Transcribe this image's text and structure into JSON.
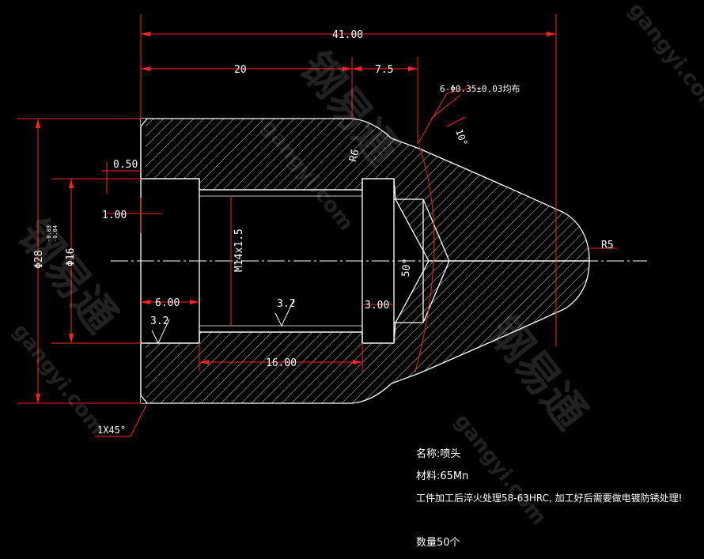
{
  "colors": {
    "background": "#000000",
    "outline": "#ffffff",
    "dimension": "#ff2020",
    "text": "#ffffff"
  },
  "dimensions": {
    "overall_length": "41.00",
    "length_20": "20",
    "length_7_5": "7.5",
    "holes_note": "6-Φ0.35±0.03均布",
    "angle_10": "10°",
    "radius_r6": "R6",
    "chamfer_0_50": "0.50",
    "offset_1_00": "1.00",
    "diameter_28": "Φ28",
    "diameter_16": "Φ16",
    "tol_upper": "-0.03",
    "tol_lower": "-0.04",
    "thread": "M14x1.5",
    "angle_50": "50°",
    "radius_r5": "R5",
    "length_6_00": "6.00",
    "roughness_3_2_inner": "3.2",
    "length_3_00": "3.00",
    "roughness_3_2_outer": "3.2",
    "length_16_00": "16.00",
    "chamfer_1x45": "1X45°"
  },
  "notes": {
    "name": "名称:喷头",
    "material": "材料:65Mn",
    "treatment": "工件加工后淬火处理58-63HRC, 加工好后需要做电镀防锈处理!",
    "quantity": "数量50个"
  },
  "watermarks": {
    "brand": "钢易通",
    "domain": "gangyi.com"
  }
}
